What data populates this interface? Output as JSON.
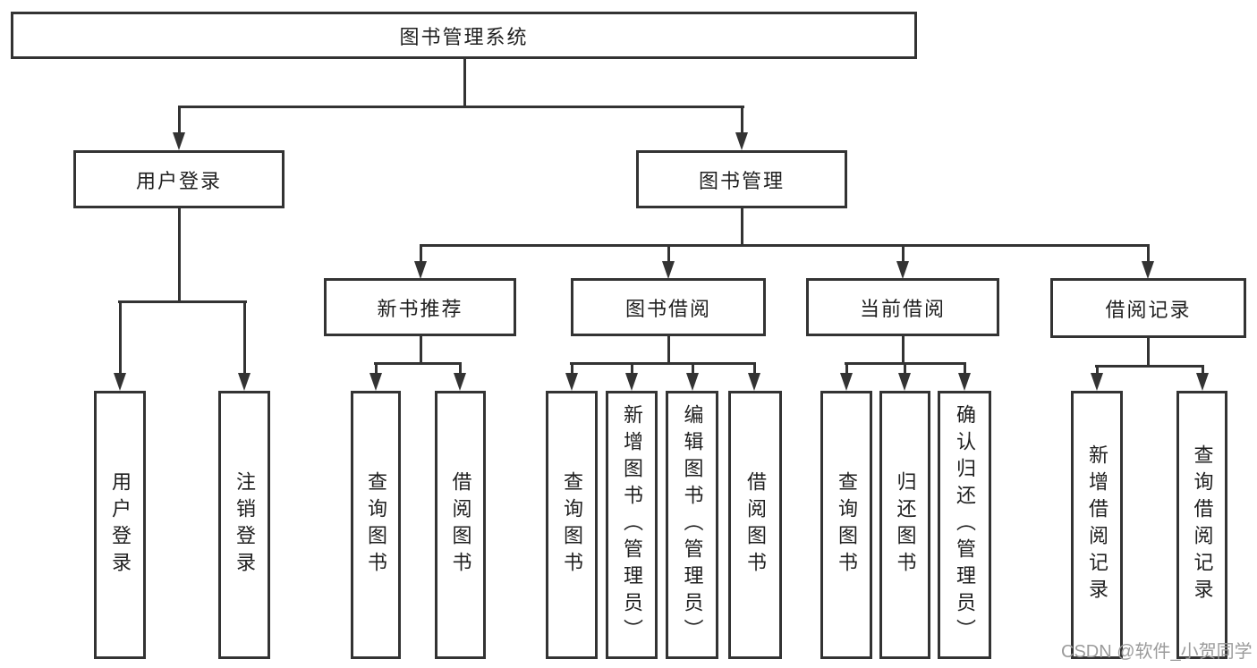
{
  "diagram": {
    "type": "hierarchy-tree",
    "orientation": "top-down",
    "edges": [
      [
        "root",
        "user_login"
      ],
      [
        "root",
        "book_mgmt"
      ],
      [
        "user_login",
        "leaf_user_login"
      ],
      [
        "user_login",
        "leaf_logout"
      ],
      [
        "book_mgmt",
        "new_book_rec"
      ],
      [
        "book_mgmt",
        "book_borrow"
      ],
      [
        "book_mgmt",
        "current_borrow"
      ],
      [
        "book_mgmt",
        "borrow_records"
      ],
      [
        "new_book_rec",
        "rec_query_books"
      ],
      [
        "new_book_rec",
        "rec_borrow_books"
      ],
      [
        "book_borrow",
        "bb_query_books"
      ],
      [
        "book_borrow",
        "bb_add_books"
      ],
      [
        "book_borrow",
        "bb_edit_books"
      ],
      [
        "book_borrow",
        "bb_borrow_books"
      ],
      [
        "current_borrow",
        "cb_query_books"
      ],
      [
        "current_borrow",
        "cb_return_books"
      ],
      [
        "current_borrow",
        "cb_confirm_return"
      ],
      [
        "borrow_records",
        "br_add_record"
      ],
      [
        "borrow_records",
        "br_query_record"
      ]
    ]
  },
  "nodes": {
    "root": {
      "label": "图书管理系统"
    },
    "user_login": {
      "label": "用户登录"
    },
    "book_mgmt": {
      "label": "图书管理"
    },
    "new_book_rec": {
      "label": "新书推荐"
    },
    "book_borrow": {
      "label": "图书借阅"
    },
    "current_borrow": {
      "label": "当前借阅"
    },
    "borrow_records": {
      "label": "借阅记录"
    },
    "leaf_user_login": {
      "label": "用户登录"
    },
    "leaf_logout": {
      "label": "注销登录"
    },
    "rec_query_books": {
      "label": "查询图书"
    },
    "rec_borrow_books": {
      "label": "借阅图书"
    },
    "bb_query_books": {
      "label": "查询图书"
    },
    "bb_add_books": {
      "label": "新增图书（管理员）"
    },
    "bb_edit_books": {
      "label": "编辑图书（管理员）"
    },
    "bb_borrow_books": {
      "label": "借阅图书"
    },
    "cb_query_books": {
      "label": "查询图书"
    },
    "cb_return_books": {
      "label": "归还图书"
    },
    "cb_confirm_return": {
      "label": "确认归还（管理员）"
    },
    "br_add_record": {
      "label": "新增借阅记录"
    },
    "br_query_record": {
      "label": "查询借阅记录"
    }
  },
  "watermark": {
    "text": "CSDN @软件_小贺同学"
  },
  "colors": {
    "line": "#333333",
    "text": "#1f1f1f",
    "background": "#ffffff",
    "watermark": "#9b9b9b"
  }
}
